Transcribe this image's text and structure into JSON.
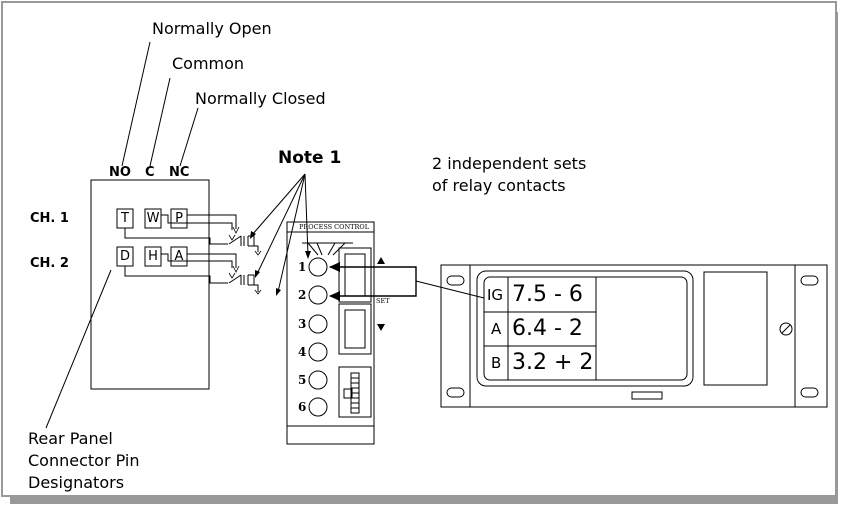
{
  "labels": {
    "normally_open": "Normally Open",
    "common": "Common",
    "normally_closed": "Normally Closed",
    "relay_sets_line1": "2 independent sets",
    "relay_sets_line2": "of relay contacts",
    "note": "Note 1",
    "rear_panel_line1": "Rear Panel",
    "rear_panel_line2": "Connector Pin",
    "rear_panel_line3": "Designators"
  },
  "connector": {
    "col_no": "NO",
    "col_c": "C",
    "col_nc": "NC",
    "ch1": "CH. 1",
    "ch2": "CH. 2",
    "ch1_pins": [
      "T",
      "W",
      "P"
    ],
    "ch2_pins": [
      "D",
      "H",
      "A"
    ]
  },
  "module": {
    "title": "PROCESS CONTROL",
    "set_label": "SET",
    "buttons": [
      "1",
      "2",
      "3",
      "4",
      "5",
      "6"
    ]
  },
  "rack_display": {
    "rows": [
      {
        "label": "IG",
        "value": "7.5 - 6"
      },
      {
        "label": "A",
        "value": "6.4 - 2"
      },
      {
        "label": "B",
        "value": "3.2 + 2"
      }
    ]
  },
  "colors": {
    "line": "#000000",
    "border": "#999999",
    "shadow": "#999999",
    "background": "#ffffff"
  }
}
